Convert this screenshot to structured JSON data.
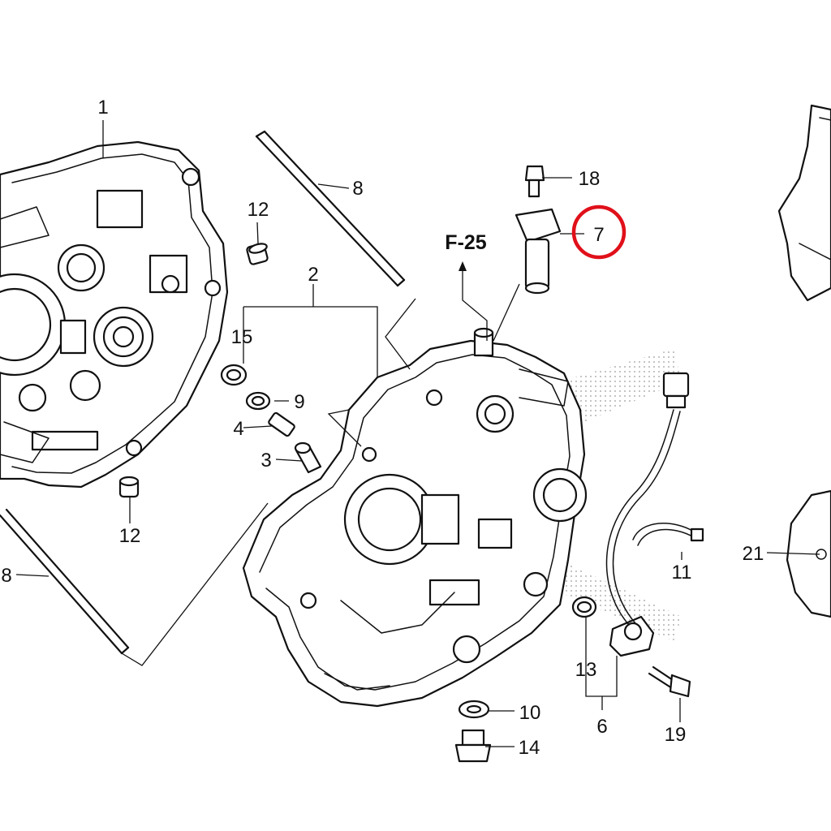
{
  "diagram": {
    "callouts": {
      "c1": "1",
      "c2": "2",
      "c3": "3",
      "c4": "4",
      "c6": "6",
      "c7": "7",
      "c8a": "8",
      "c8b": "8",
      "c9": "9",
      "c10": "10",
      "c11": "11",
      "c12a": "12",
      "c12b": "12",
      "c13": "13",
      "c14": "14",
      "c15": "15",
      "c18": "18",
      "c19": "19",
      "c21": "21"
    },
    "reference": "F-25",
    "highlight": {
      "part": "7",
      "color": "#e0101a"
    },
    "line_color": "#111111",
    "background": "#ffffff"
  }
}
